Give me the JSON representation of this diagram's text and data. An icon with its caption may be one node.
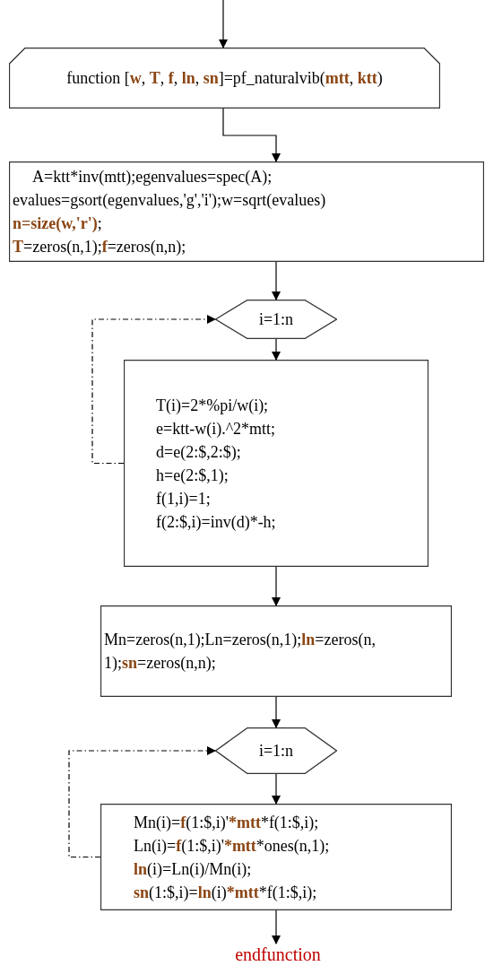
{
  "diagram": {
    "nodes": [
      {
        "text": [
          "function [**w**, **T**, **f**, **ln**, **sn**]=pf_naturalvib(**mtt**, **ktt**)"
        ]
      },
      {
        "text": [
          "A=ktt*inv(mtt);egenvalues=spec(A); evalues=gsort(egenvalues,'g','i');w=sqrt(evalues)",
          "**n=size(w,'r')**;",
          "**T**=zeros(n,1);**f**=zeros(n,n);"
        ]
      },
      {
        "text": [
          "i=1:n"
        ]
      },
      {
        "text": [
          "T(i)=2*%pi/w(i);",
          "e=ktt-w(i).^2*mtt;",
          "d=e(2:$,2:$);",
          "h=e(2:$,1);",
          "f(1,i)=1;",
          "f(2:$,i)=inv(d)*-h;"
        ]
      },
      {
        "text": [
          "Mn=zeros(n,1);Ln=zeros(n,1);**ln**=zeros(n, 1);**sn**=zeros(n,n);"
        ]
      },
      {
        "text": [
          "i=1:n"
        ]
      },
      {
        "text": [
          "Mn(i)=**f**(1:$,i)'***mtt***f(1:$,i);",
          "Ln(i)=**f**(1:$,i)'***mtt***ones(n,1);",
          "**ln**(i)=Ln(i)/Mn(i);",
          "**sn**(1:$,i)=**ln**(i)***mtt***f(1:$,i);"
        ]
      },
      {
        "text": [
          "endfunction"
        ]
      }
    ],
    "edges": [
      {
        "from": null,
        "to": 0,
        "arrow": "to"
      },
      {
        "from": 0,
        "to": 1,
        "arrow": "to"
      },
      {
        "from": 1,
        "to": 2,
        "arrow": "to"
      },
      {
        "from": 2,
        "to": 3,
        "arrow": "to"
      },
      {
        "from": 3,
        "to": 2,
        "arrow": "to",
        "style": "dashed"
      },
      {
        "from": 3,
        "to": 4,
        "arrow": "to"
      },
      {
        "from": 4,
        "to": 5,
        "arrow": "to"
      },
      {
        "from": 5,
        "to": 6,
        "arrow": "to"
      },
      {
        "from": 6,
        "to": 5,
        "arrow": "to",
        "style": "dashed"
      },
      {
        "from": 6,
        "to": 7,
        "arrow": "to"
      }
    ]
  }
}
